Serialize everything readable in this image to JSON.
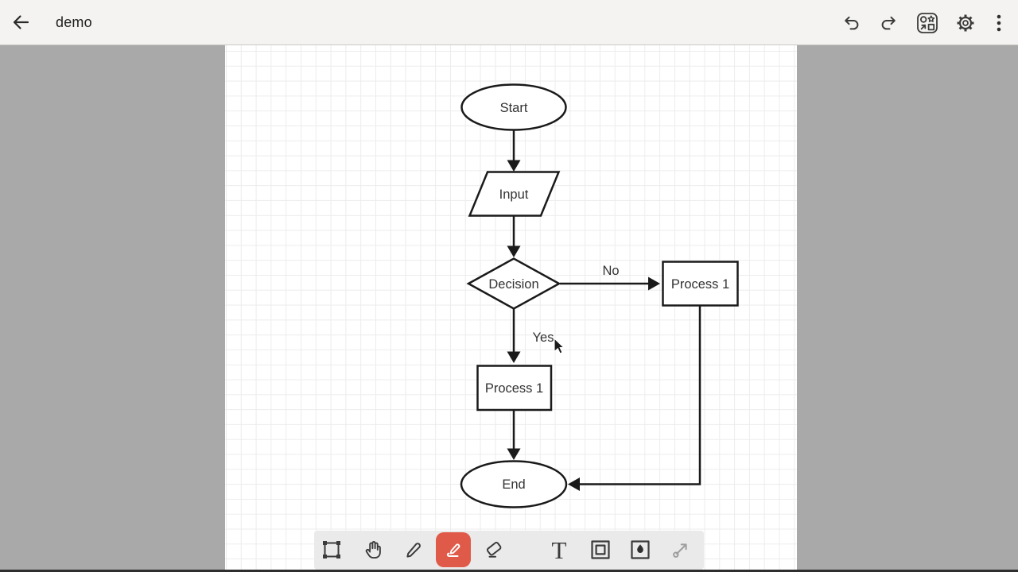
{
  "header": {
    "title": "demo"
  },
  "canvas": {
    "flowchart": {
      "nodes": {
        "start": "Start",
        "input": "Input",
        "decision": "Decision",
        "process_right": "Process 1",
        "process_center": "Process 1",
        "end": "End"
      },
      "edge_labels": {
        "no": "No",
        "yes": "Yes"
      }
    }
  },
  "toolbar": {
    "tools": {
      "select": "select",
      "hand": "hand",
      "pencil": "pencil",
      "pen": "pen",
      "eraser": "eraser",
      "text": "text",
      "frame": "frame",
      "fill": "fill",
      "line": "line"
    },
    "active_tool": "pen",
    "text_tool_glyph": "T"
  },
  "colors": {
    "accent_active_tool": "#e05a49",
    "topbar_bg": "#f4f3f1",
    "toolbar_bg": "#ebeaea",
    "side_bg": "#a9a9a9",
    "canvas_bg": "#ffffff",
    "grid_line": "#ececec",
    "flow_stroke": "#1a1a1a",
    "bottom_strip": "#2e2e2e"
  }
}
